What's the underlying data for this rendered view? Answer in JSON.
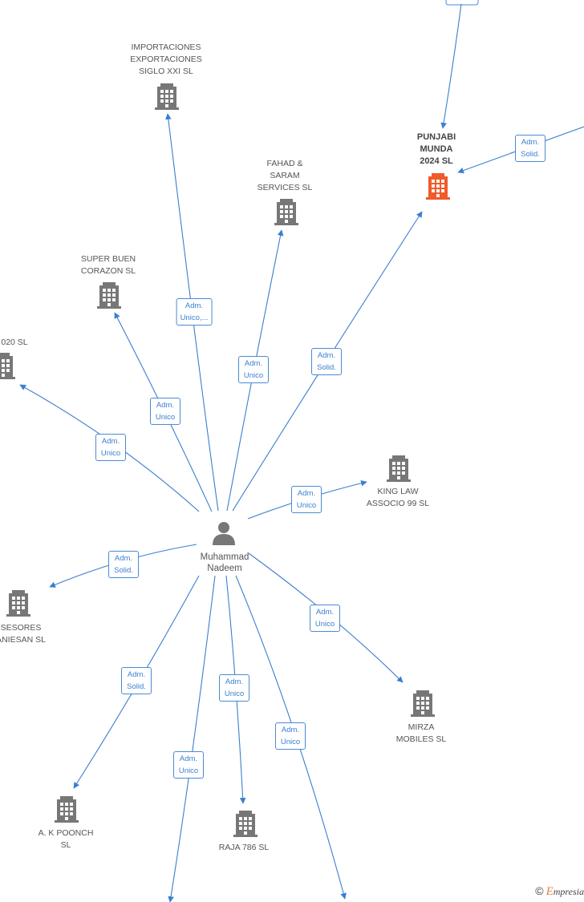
{
  "colors": {
    "edge": "#3a7fd0",
    "building": "#777777",
    "building_main": "#f15a2b",
    "person": "#777777"
  },
  "person": {
    "name": "Muhammad\nNadeem"
  },
  "companies": [
    {
      "id": "importaciones",
      "label": "IMPORTACIONES\nEXPORTACIONES\nSIGLO XXI  SL"
    },
    {
      "id": "fahad",
      "label": "FAHAD &\nSARAM\nSERVICES  SL"
    },
    {
      "id": "punjabi",
      "label": "PUNJABI\nMUNDA\n2024  SL",
      "main": true
    },
    {
      "id": "superbuen",
      "label": "SUPER BUEN\nCORAZON SL"
    },
    {
      "id": "c2020",
      "label": "020  SL"
    },
    {
      "id": "kinglaw",
      "label": "KING LAW\nASSOCIO 99 SL"
    },
    {
      "id": "asesores",
      "label": "SESORES\nANIESAN  SL"
    },
    {
      "id": "mirza",
      "label": "MIRZA\nMOBILES  SL"
    },
    {
      "id": "akpoonch",
      "label": "A. K POONCH\nSL"
    },
    {
      "id": "raja",
      "label": "RAJA 786  SL"
    }
  ],
  "edges": [
    {
      "to": "importaciones",
      "label": "Adm.\nUnico,..."
    },
    {
      "to": "fahad",
      "label": "Adm.\nUnico"
    },
    {
      "to": "punjabi",
      "label": "Adm.\nSolid."
    },
    {
      "to": "superbuen",
      "label": "Adm.\nUnico"
    },
    {
      "to": "c2020",
      "label": "Adm.\nUnico"
    },
    {
      "to": "kinglaw",
      "label": "Adm.\nUnico"
    },
    {
      "to": "asesores",
      "label": "Adm.\nSolid."
    },
    {
      "to": "mirza",
      "label": "Adm.\nUnico"
    },
    {
      "to": "akpoonch",
      "label": "Adm.\nSolid."
    },
    {
      "to": "raja",
      "label": "Adm.\nUnico"
    },
    {
      "to": "offscreen-bottom-left",
      "label": "Adm.\nUnico"
    },
    {
      "to": "offscreen-bottom-right",
      "label": "Adm.\nUnico"
    },
    {
      "to": "punjabi-from-right",
      "label": "Adm.\nSolid."
    },
    {
      "to": "punjabi-from-top",
      "label": ""
    }
  ],
  "footer": {
    "copyright": "©",
    "brand_initial": "E",
    "brand_rest": "mpresia"
  }
}
